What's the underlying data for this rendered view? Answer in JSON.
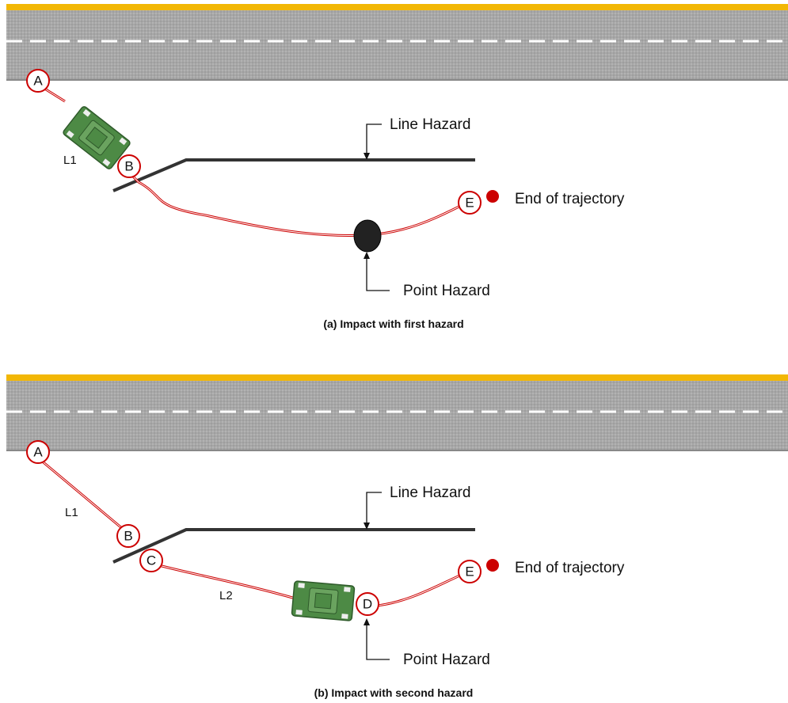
{
  "panels": [
    {
      "caption": "(a) Impact with first hazard",
      "line_hazard_label": "Line Hazard",
      "point_hazard_label": "Point Hazard",
      "end_label": "End of trajectory",
      "segment_labels": [
        "L1"
      ],
      "markers": [
        "A",
        "B",
        "E"
      ]
    },
    {
      "caption": "(b) Impact with second hazard",
      "line_hazard_label": "Line Hazard",
      "point_hazard_label": "Point Hazard",
      "end_label": "End of trajectory",
      "segment_labels": [
        "L1",
        "L2"
      ],
      "markers": [
        "A",
        "B",
        "C",
        "D",
        "E"
      ]
    }
  ],
  "colors": {
    "road": "#a9a9a9",
    "road_edge": "#f2b705",
    "lane_dash": "#ffffff",
    "trajectory": "#cc0000",
    "hazard": "#333333",
    "vehicle": "#4d8a45",
    "end_dot": "#cc0000"
  }
}
